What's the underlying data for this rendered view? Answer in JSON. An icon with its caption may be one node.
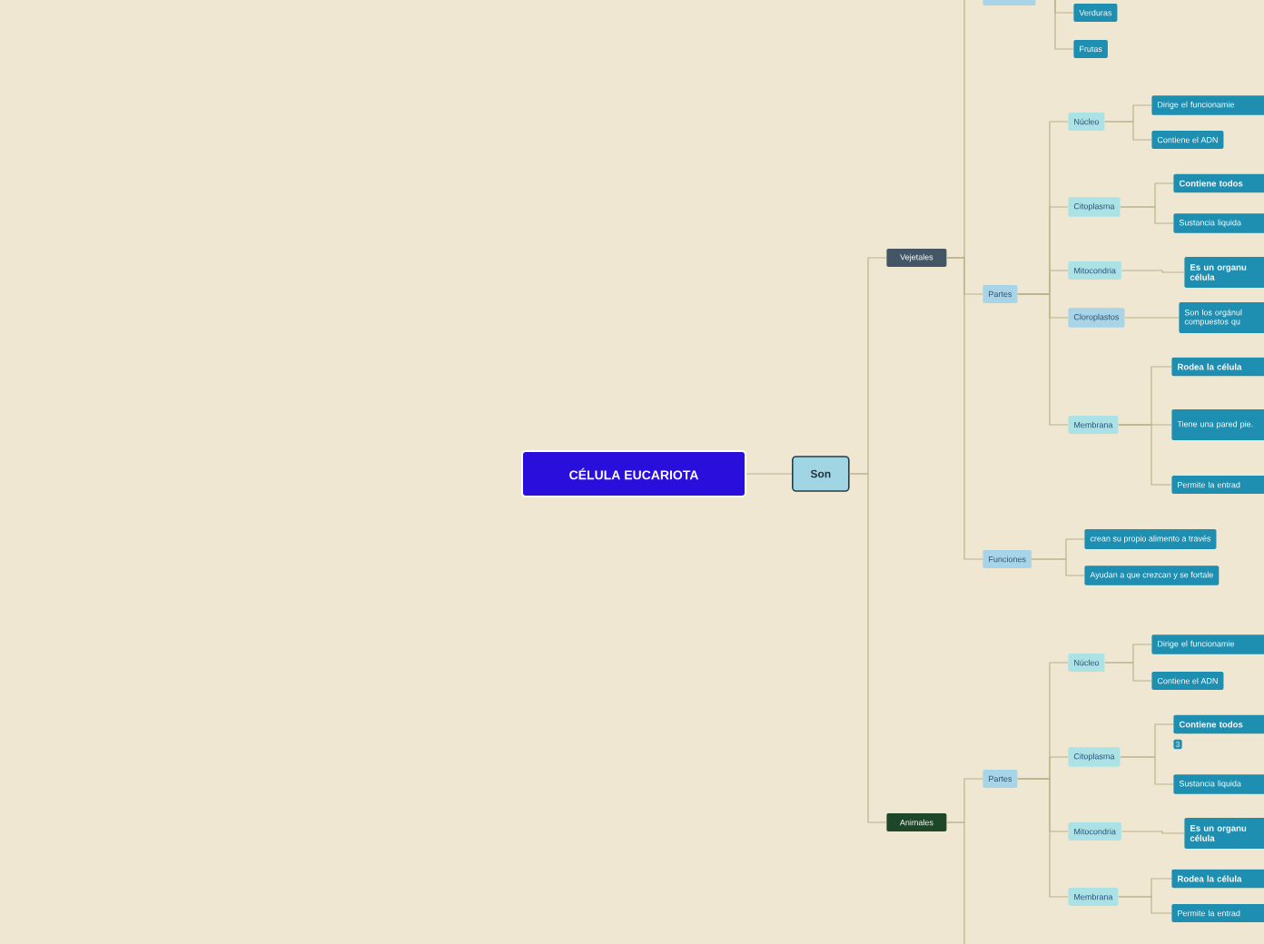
{
  "diagram": {
    "nodes": [
      {
        "text": [
          "CÉLULA EUCARIOTA"
        ]
      },
      {
        "text": [
          "Son"
        ]
      },
      {
        "text": [
          "Vejetales"
        ]
      },
      {
        "text": [],
        "shape": "box"
      },
      {
        "text": [
          "Verduras"
        ]
      },
      {
        "text": [
          "Frutas"
        ]
      },
      {
        "text": [
          "Partes"
        ]
      },
      {
        "text": [
          "Núcleo"
        ]
      },
      {
        "text": [
          "Dirige el funcionamie"
        ]
      },
      {
        "text": [
          "Contiene el ADN"
        ]
      },
      {
        "text": [
          "Citoplasma"
        ]
      },
      {
        "text": [
          "Contiene todos"
        ]
      },
      {
        "text": [
          "Sustancia liquida"
        ]
      },
      {
        "text": [
          "Mitocondria"
        ]
      },
      {
        "text": [
          "Es un organu célula"
        ]
      },
      {
        "text": [
          "Cloroplastos"
        ]
      },
      {
        "text": [
          "Son los orgánul compuestos qu"
        ]
      },
      {
        "text": [
          "Membrana"
        ]
      },
      {
        "text": [
          "Rodea la célula"
        ]
      },
      {
        "text": [
          "Tiene una pared pie."
        ]
      },
      {
        "text": [
          "Permite la entrad"
        ]
      },
      {
        "text": [
          "Funciones"
        ]
      },
      {
        "text": [
          "crean su propio alimento a través"
        ]
      },
      {
        "text": [
          "Ayudan a que crezcan y se fortale"
        ]
      },
      {
        "text": [
          "Animales"
        ]
      },
      {
        "text": [
          "Partes"
        ]
      },
      {
        "text": [
          "Núcleo"
        ]
      },
      {
        "text": [
          "Dirige el funcionamie"
        ]
      },
      {
        "text": [
          "Contiene el ADN"
        ]
      },
      {
        "text": [
          "Citoplasma"
        ]
      },
      {
        "text": [
          "Contiene todos"
        ]
      },
      {
        "text": [
          "Sustancia liquida"
        ]
      },
      {
        "text": [
          "Mitocondria"
        ]
      },
      {
        "text": [
          "Es un organu célula"
        ]
      },
      {
        "text": [
          "Membrana"
        ]
      },
      {
        "text": [
          "Rodea la célula"
        ]
      },
      {
        "text": [
          "Permite la entrad"
        ]
      }
    ],
    "edges": [
      {
        "from": 0,
        "to": 1,
        "arrow": "none"
      },
      {
        "from": 1,
        "to": 2,
        "arrow": "none"
      },
      {
        "from": 1,
        "to": 24,
        "arrow": "none"
      },
      {
        "from": 2,
        "to": 3,
        "arrow": "none"
      },
      {
        "from": 3,
        "to": 4,
        "arrow": "none"
      },
      {
        "from": 3,
        "to": 5,
        "arrow": "none"
      },
      {
        "from": 2,
        "to": 6,
        "arrow": "none"
      },
      {
        "from": 2,
        "to": 21,
        "arrow": "none"
      },
      {
        "from": 6,
        "to": 7,
        "arrow": "none"
      },
      {
        "from": 7,
        "to": 8,
        "arrow": "none"
      },
      {
        "from": 7,
        "to": 9,
        "arrow": "none"
      },
      {
        "from": 6,
        "to": 10,
        "arrow": "none"
      },
      {
        "from": 10,
        "to": 11,
        "arrow": "none"
      },
      {
        "from": 10,
        "to": 12,
        "arrow": "none"
      },
      {
        "from": 6,
        "to": 13,
        "arrow": "none"
      },
      {
        "from": 13,
        "to": 14,
        "arrow": "none"
      },
      {
        "from": 6,
        "to": 15,
        "arrow": "none"
      },
      {
        "from": 15,
        "to": 16,
        "arrow": "none"
      },
      {
        "from": 6,
        "to": 17,
        "arrow": "none"
      },
      {
        "from": 17,
        "to": 18,
        "arrow": "none"
      },
      {
        "from": 17,
        "to": 19,
        "arrow": "none"
      },
      {
        "from": 17,
        "to": 20,
        "arrow": "none"
      },
      {
        "from": 21,
        "to": 22,
        "arrow": "none"
      },
      {
        "from": 21,
        "to": 23,
        "arrow": "none"
      },
      {
        "from": 24,
        "to": 25,
        "arrow": "none"
      },
      {
        "from": 25,
        "to": 26,
        "arrow": "none"
      },
      {
        "from": 26,
        "to": 27,
        "arrow": "none"
      },
      {
        "from": 26,
        "to": 28,
        "arrow": "none"
      },
      {
        "from": 25,
        "to": 29,
        "arrow": "none"
      },
      {
        "from": 29,
        "to": 30,
        "arrow": "none"
      },
      {
        "from": 29,
        "to": 31,
        "arrow": "none"
      },
      {
        "from": 25,
        "to": 32,
        "arrow": "none"
      },
      {
        "from": 32,
        "to": 33,
        "arrow": "none"
      },
      {
        "from": 25,
        "to": 34,
        "arrow": "none"
      },
      {
        "from": 34,
        "to": 35,
        "arrow": "none"
      },
      {
        "from": 34,
        "to": 36,
        "arrow": "none"
      },
      {
        "from": 24,
        "to": null,
        "arrow": "none"
      }
    ],
    "labels": [
      "3"
    ]
  }
}
